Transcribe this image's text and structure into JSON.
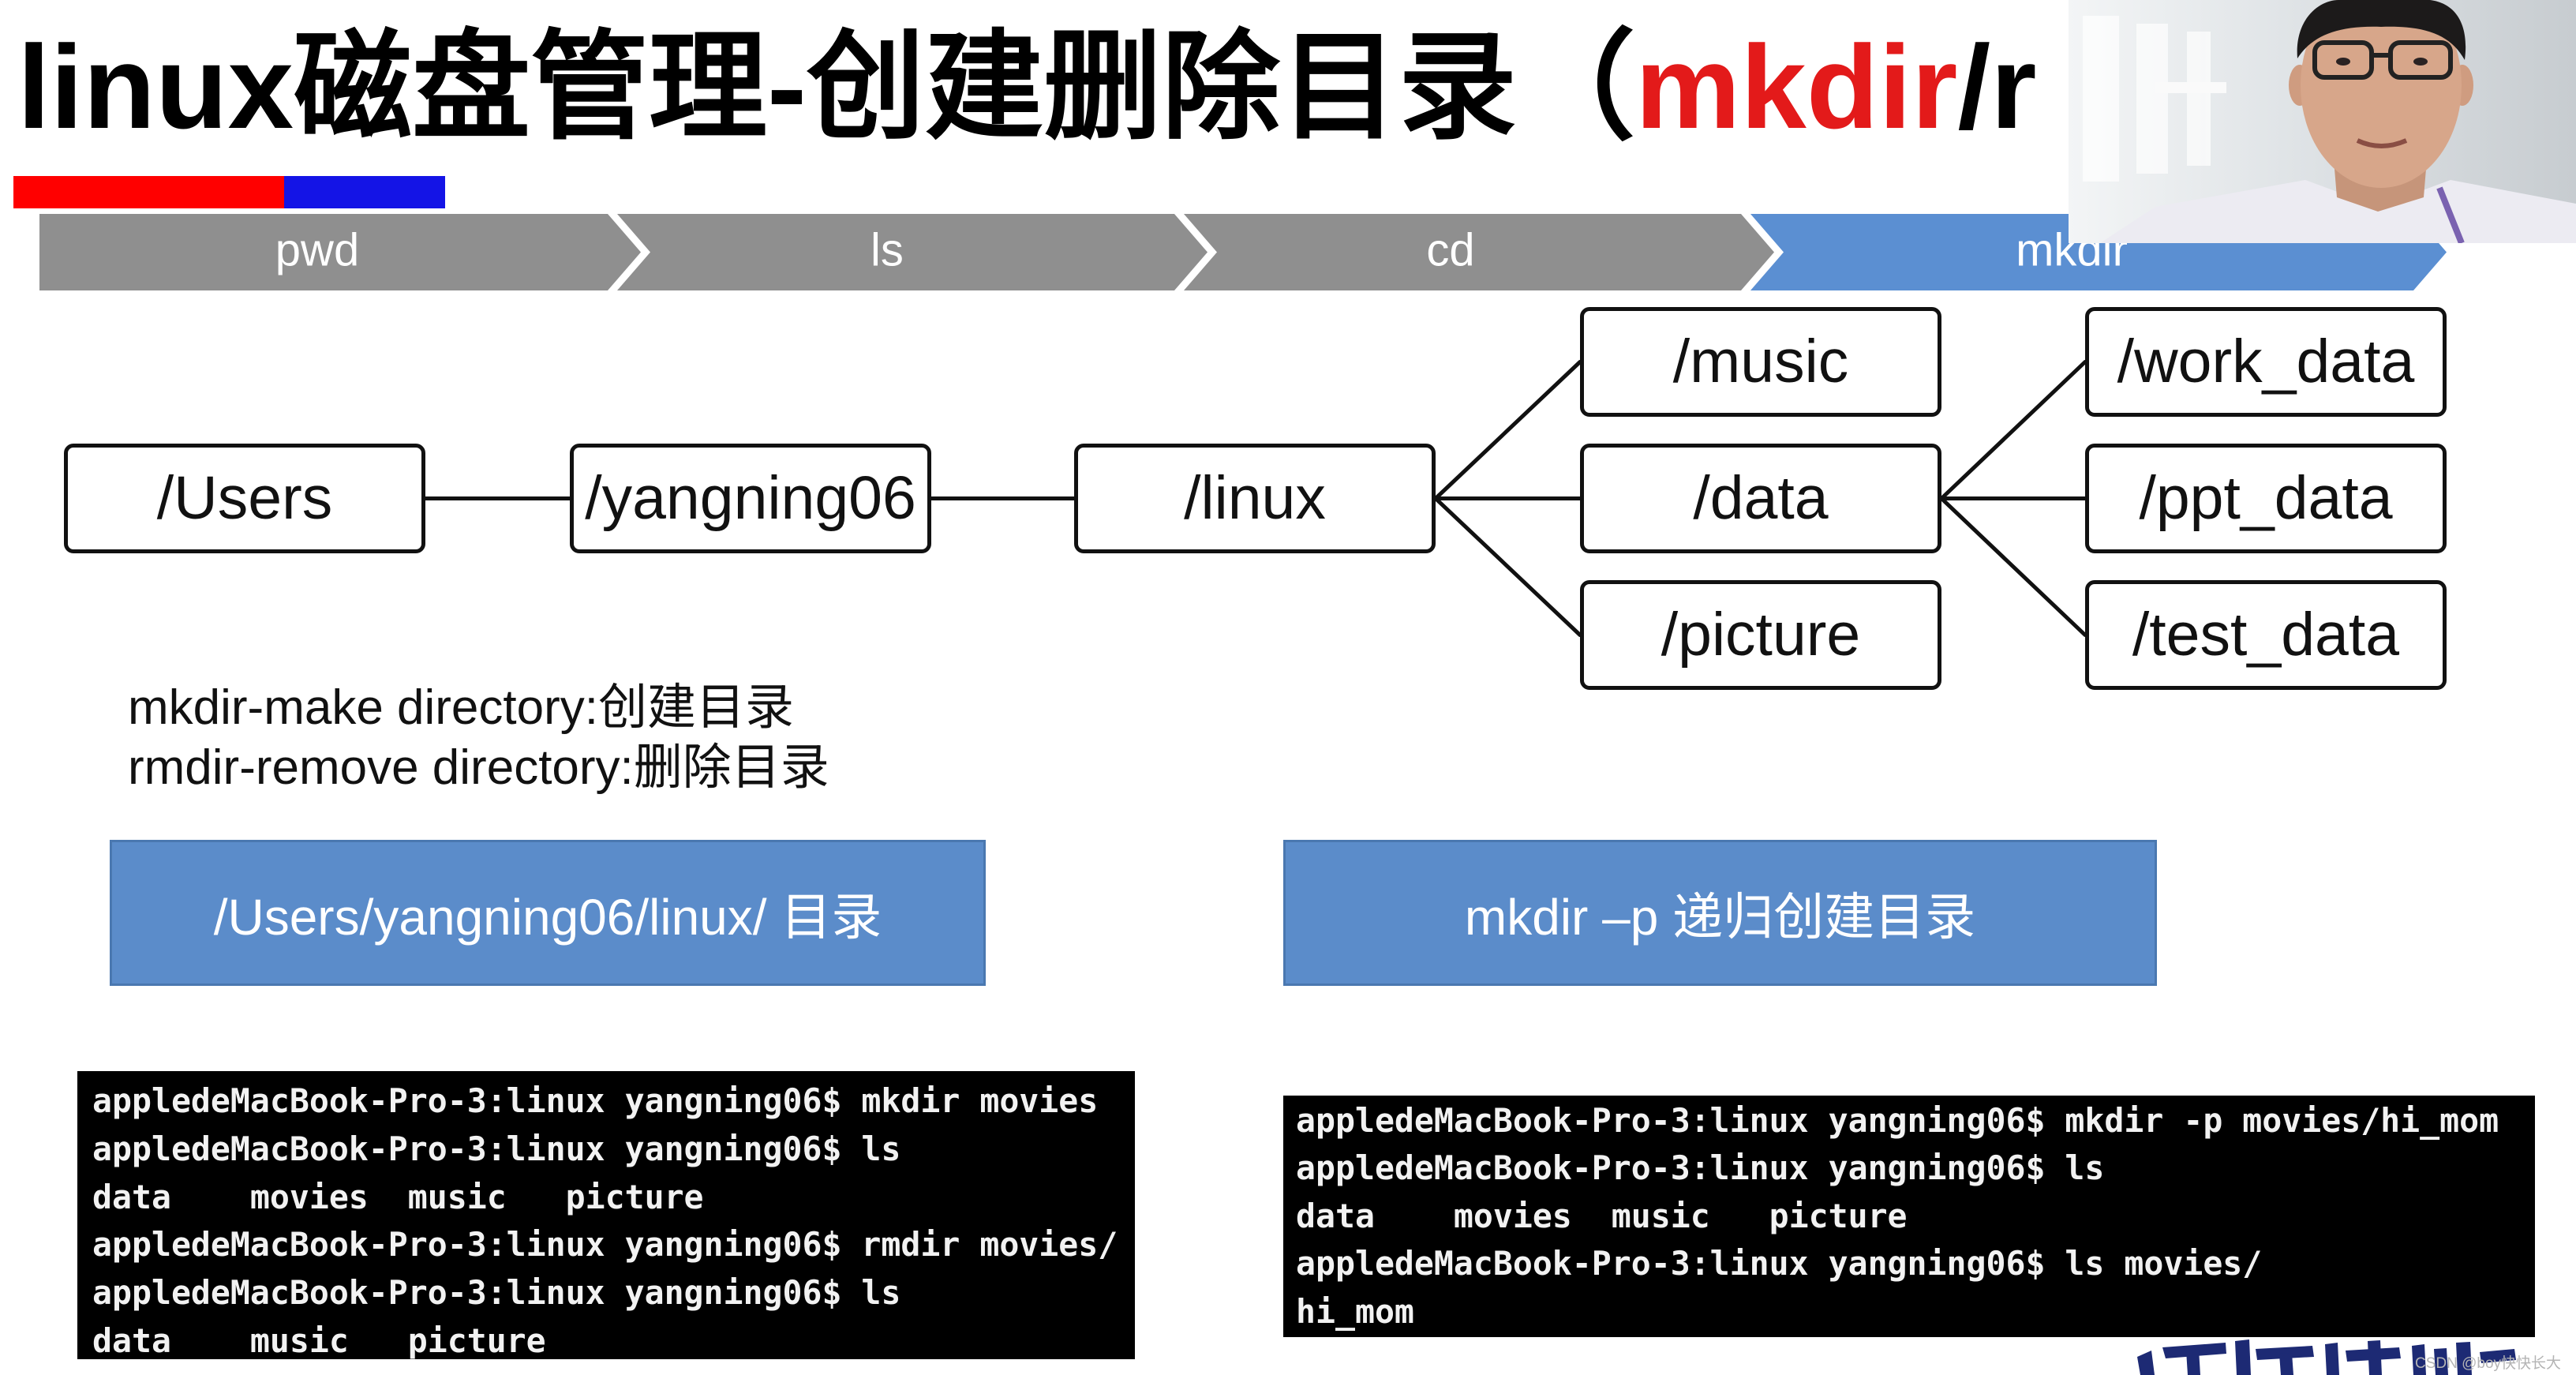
{
  "slide": {
    "title": {
      "prefix": "linux磁盘管理-创建删除目录（",
      "highlight": "mkdir",
      "suffix": "/r"
    },
    "underline_colors": [
      "#ff0000",
      "#1414e6"
    ]
  },
  "process_bar": {
    "steps": [
      {
        "label": "pwd",
        "state": "done"
      },
      {
        "label": "ls",
        "state": "done"
      },
      {
        "label": "cd",
        "state": "done"
      },
      {
        "label": "mkdir",
        "state": "current"
      }
    ],
    "colors": {
      "done": "#8f8f8f",
      "current": "#5b8fd2"
    }
  },
  "directory_tree": {
    "root": "/Users",
    "child": "/yangning06",
    "grandchild": "/linux",
    "linux_children": [
      "/music",
      "/data",
      "/picture"
    ],
    "data_children": [
      "/work_data",
      "/ppt_data",
      "/test_data"
    ]
  },
  "definitions": [
    "mkdir-make directory:创建目录",
    "rmdir-remove directory:删除目录"
  ],
  "callouts": {
    "path": "/Users/yangning06/linux/ 目录",
    "recursive": "mkdir –p 递归创建目录",
    "color": "#5b8cca"
  },
  "terminals": {
    "rmdir_demo": [
      "appledeMacBook-Pro-3:linux yangning06$ mkdir movies",
      "appledeMacBook-Pro-3:linux yangning06$ ls",
      "data    movies  music   picture",
      "appledeMacBook-Pro-3:linux yangning06$ rmdir movies/",
      "appledeMacBook-Pro-3:linux yangning06$ ls",
      "data    music   picture"
    ],
    "mkdir_p_demo": [
      "appledeMacBook-Pro-3:linux yangning06$ mkdir -p movies/hi_mom",
      "appledeMacBook-Pro-3:linux yangning06$ ls",
      "data    movies  music   picture",
      "appledeMacBook-Pro-3:linux yangning06$ ls movies/",
      "hi_mom"
    ]
  },
  "colors": {
    "title_highlight": "#e31a1a",
    "terminal_bg": "#000000",
    "terminal_text": "#f2f2f2",
    "logo_navy": "#1d2a74"
  },
  "overlays": {
    "watermark": "CSDN @boy快快长大"
  }
}
